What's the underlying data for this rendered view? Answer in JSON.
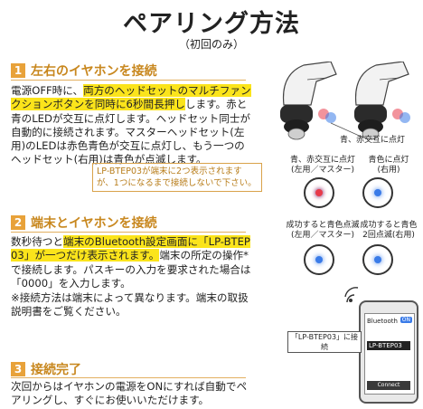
{
  "title": "ペアリング方法",
  "subtitle": "（初回のみ）",
  "step1": {
    "number": "1",
    "heading": "左右のイヤホンを接続",
    "text_before": "電源OFF時に、",
    "text_highlight": "両方のヘッドセットのマルチファンクションボタンを同時に6秒間長押し",
    "text_after": "します。赤と青のLEDが交互に点灯します。ヘッドセット同士が自動的に接続されます。マスターヘッドセット(左用)のLEDは赤色青色が交互に点灯し、もう一つのヘッドセット(右用)は青色が点滅します。",
    "note": "LP-BTEP03が端末に2つ表示されますが、1つになるまで接続しないで下さい。"
  },
  "step2": {
    "number": "2",
    "heading": "端末とイヤホンを接続",
    "text_before": "数秒待つと",
    "text_highlight": "端末のBluetooth設定画面に「LP-BTEP03」が一つだけ表示されます。",
    "text_after": "端末の所定の操作*で接続します。パスキーの入力を要求された場合は「0000」を入力します。",
    "note": "※接続方法は端末によって異なります。端末の取扱説明書をご覧ください。"
  },
  "step3": {
    "number": "3",
    "heading": "接続完了",
    "text": "次回からはイヤホンの電源をONにすれば自動でペアリングし、すぐにお使いいただけます。"
  },
  "illust": {
    "alternate_label": "青、赤交互に点灯",
    "left_top_label": "青、赤交互に点灯\n(左用／マスター)",
    "right_top_label": "青色に点灯\n(右用)",
    "left_bottom_label": "成功すると青色点滅\n(左用／マスター)",
    "right_bottom_label": "成功すると青色\n2回点滅(右用)",
    "bluetooth_label": "Bluetooth",
    "bluetooth_state": "ON",
    "device_name": "LP-BTEP03",
    "connect_callout": "「LP-BTEP03」に接続",
    "connect_button": "Connect"
  },
  "colors": {
    "accent": "#e8a23a",
    "highlight": "#fbe41b",
    "led_red": "#e83a4a",
    "led_blue": "#3a7be8"
  }
}
